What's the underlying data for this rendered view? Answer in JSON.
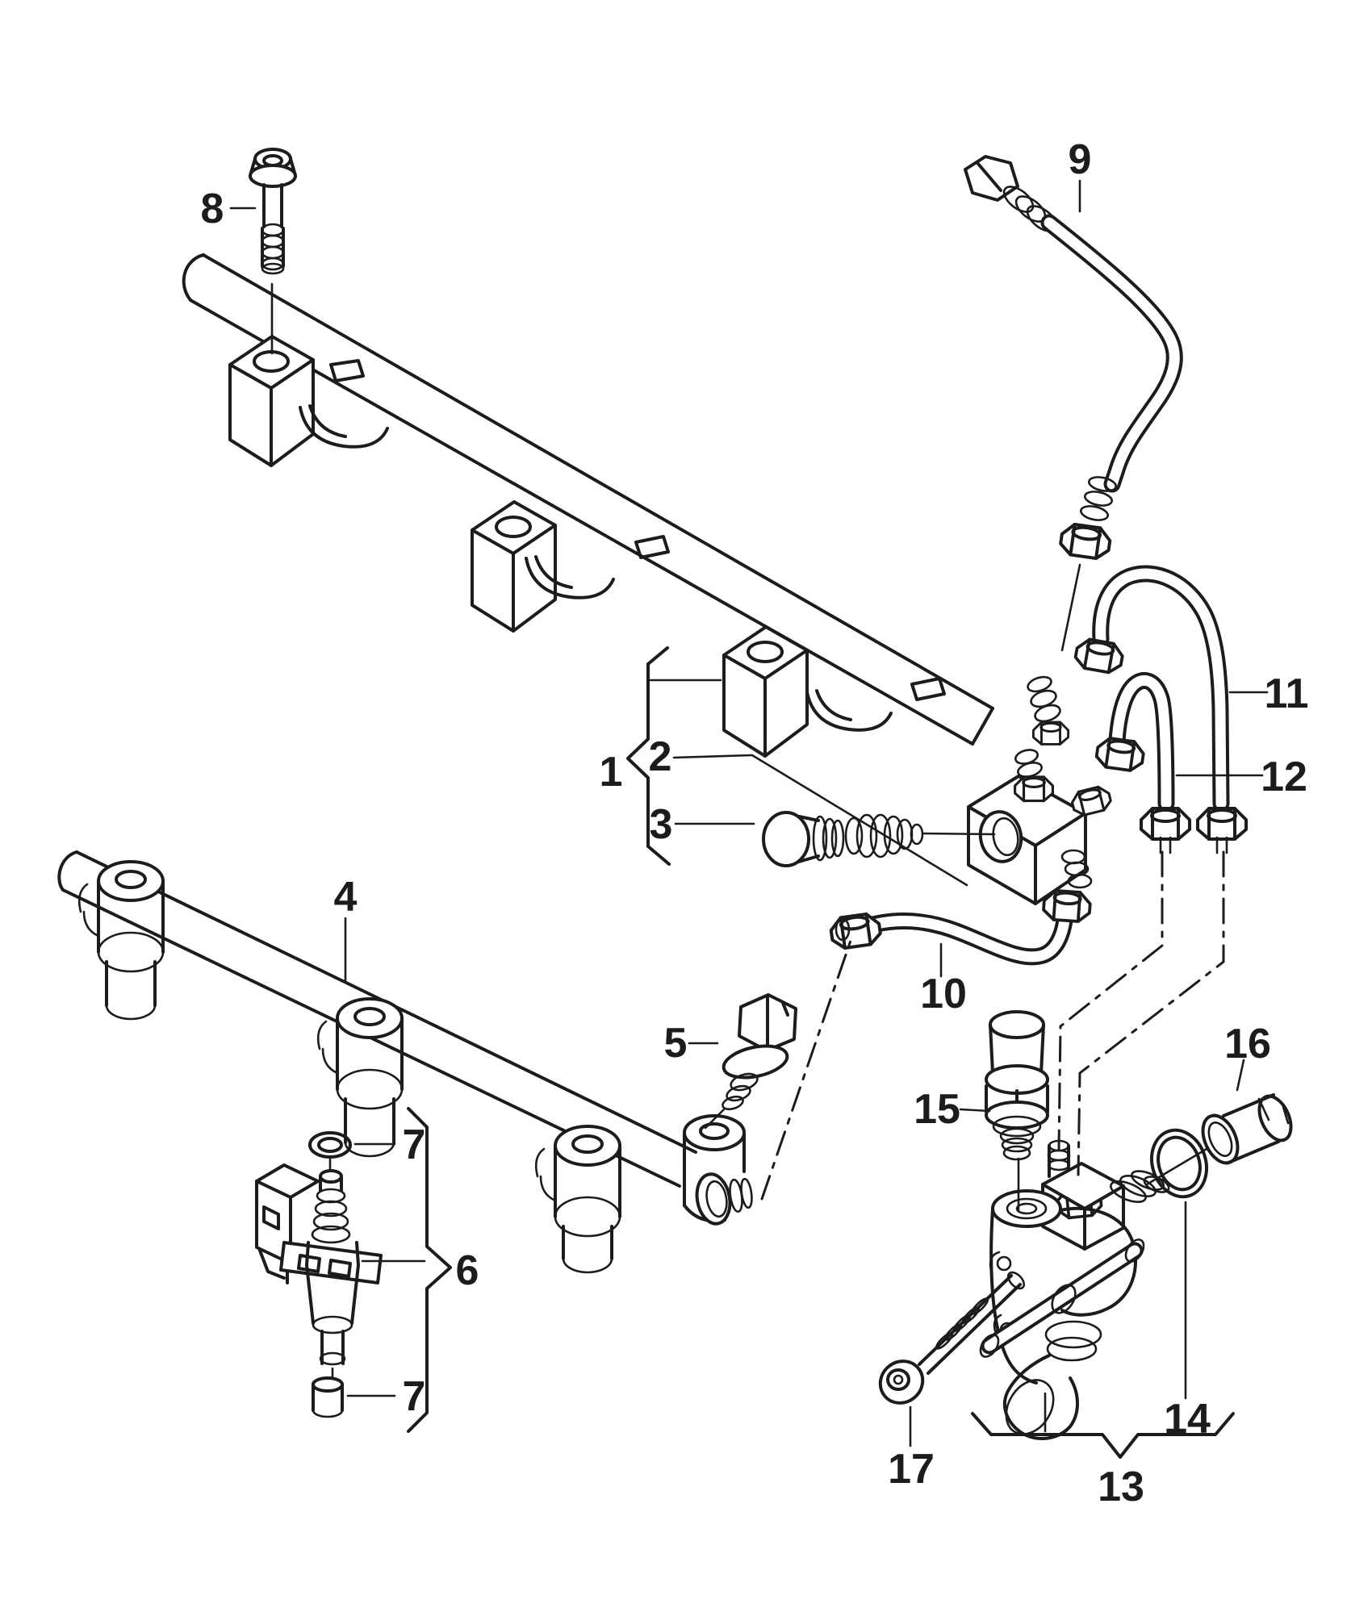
{
  "diagram": {
    "kind": "exploded-parts-diagram",
    "background_color": "#ffffff",
    "line_color": "#1c1c1c",
    "callouts": [
      {
        "part": "1"
      },
      {
        "part": "2"
      },
      {
        "part": "3"
      },
      {
        "part": "4"
      },
      {
        "part": "5"
      },
      {
        "part": "6"
      },
      {
        "part": "7"
      },
      {
        "part": "7"
      },
      {
        "part": "8"
      },
      {
        "part": "9"
      },
      {
        "part": "10"
      },
      {
        "part": "11"
      },
      {
        "part": "12"
      },
      {
        "part": "13"
      },
      {
        "part": "14"
      },
      {
        "part": "15"
      },
      {
        "part": "16"
      },
      {
        "part": "17"
      }
    ]
  }
}
